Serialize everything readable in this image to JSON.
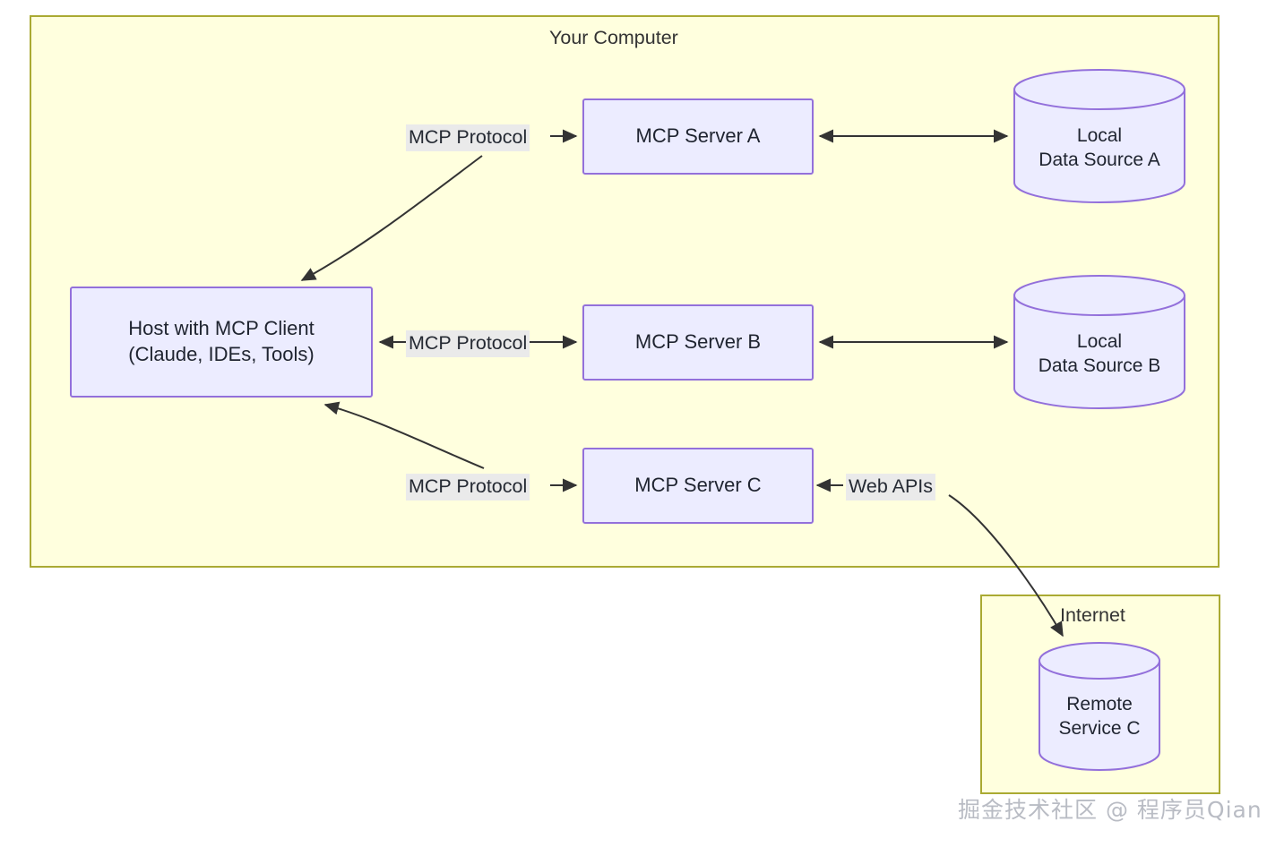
{
  "diagram": {
    "type": "mcp-architecture-flowchart",
    "colors": {
      "cluster_fill": "#ffffde",
      "cluster_stroke": "#aaaa33",
      "node_fill": "#ececff",
      "node_stroke": "#9370db",
      "edge_stroke": "#333333",
      "edge_label_bg": "#eaeaea",
      "text": "#333333",
      "watermark": "#b9bcc4"
    },
    "clusters": [
      {
        "id": "your-computer",
        "title": "Your Computer"
      },
      {
        "id": "internet",
        "title": "Internet"
      }
    ],
    "nodes": [
      {
        "id": "host",
        "shape": "rect",
        "lines": [
          "Host with MCP Client",
          "(Claude, IDEs, Tools)"
        ]
      },
      {
        "id": "server-a",
        "shape": "rect",
        "lines": [
          "MCP Server A"
        ]
      },
      {
        "id": "server-b",
        "shape": "rect",
        "lines": [
          "MCP Server B"
        ]
      },
      {
        "id": "server-c",
        "shape": "rect",
        "lines": [
          "MCP Server C"
        ]
      },
      {
        "id": "data-source-a",
        "shape": "cylinder",
        "lines": [
          "Local",
          "Data Source A"
        ]
      },
      {
        "id": "data-source-b",
        "shape": "cylinder",
        "lines": [
          "Local",
          "Data Source B"
        ]
      },
      {
        "id": "remote-service-c",
        "shape": "cylinder",
        "lines": [
          "Remote",
          "Service C"
        ]
      }
    ],
    "edges": [
      {
        "id": "host-server-a",
        "from": "host",
        "to": "server-a",
        "label": "MCP Protocol",
        "direction": "bidirectional-curved"
      },
      {
        "id": "host-server-b",
        "from": "host",
        "to": "server-b",
        "label": "MCP Protocol",
        "direction": "bidirectional"
      },
      {
        "id": "host-server-c",
        "from": "host",
        "to": "server-c",
        "label": "MCP Protocol",
        "direction": "bidirectional-curved"
      },
      {
        "id": "server-a-data-a",
        "from": "server-a",
        "to": "data-source-a",
        "label": "",
        "direction": "bidirectional"
      },
      {
        "id": "server-b-data-b",
        "from": "server-b",
        "to": "data-source-b",
        "label": "",
        "direction": "bidirectional"
      },
      {
        "id": "server-c-remote-c",
        "from": "server-c",
        "to": "remote-service-c",
        "label": "Web APIs",
        "direction": "bidirectional-curved"
      }
    ]
  },
  "watermark": {
    "text": "掘金技术社区 @ 程序员Qian"
  }
}
